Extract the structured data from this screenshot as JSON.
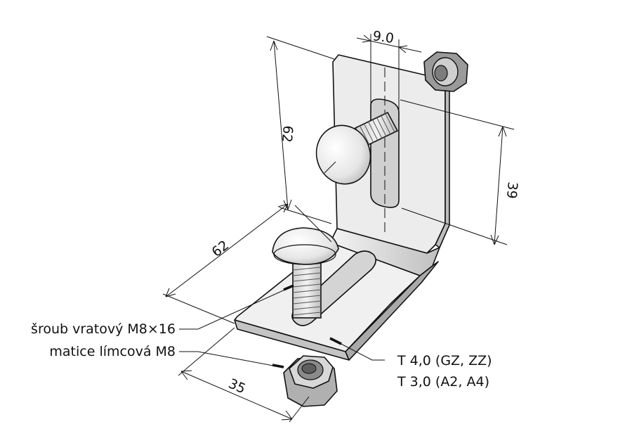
{
  "dimensions": {
    "slot_width": "9.0",
    "vertical_height": "62",
    "horizontal_length": "62",
    "slot_length": "39",
    "width": "35"
  },
  "labels": {
    "bolt": "šroub vratový M8×16",
    "nut": "matice límcová M8",
    "thickness_1": "T 4,0 (GZ, ZZ)",
    "thickness_2": "T 3,0 (A2, A4)"
  },
  "colors": {
    "face_light": "#f2f2f2",
    "face_mid": "#dcdcdc",
    "face_dark": "#b8b8b8",
    "line": "#111111"
  }
}
